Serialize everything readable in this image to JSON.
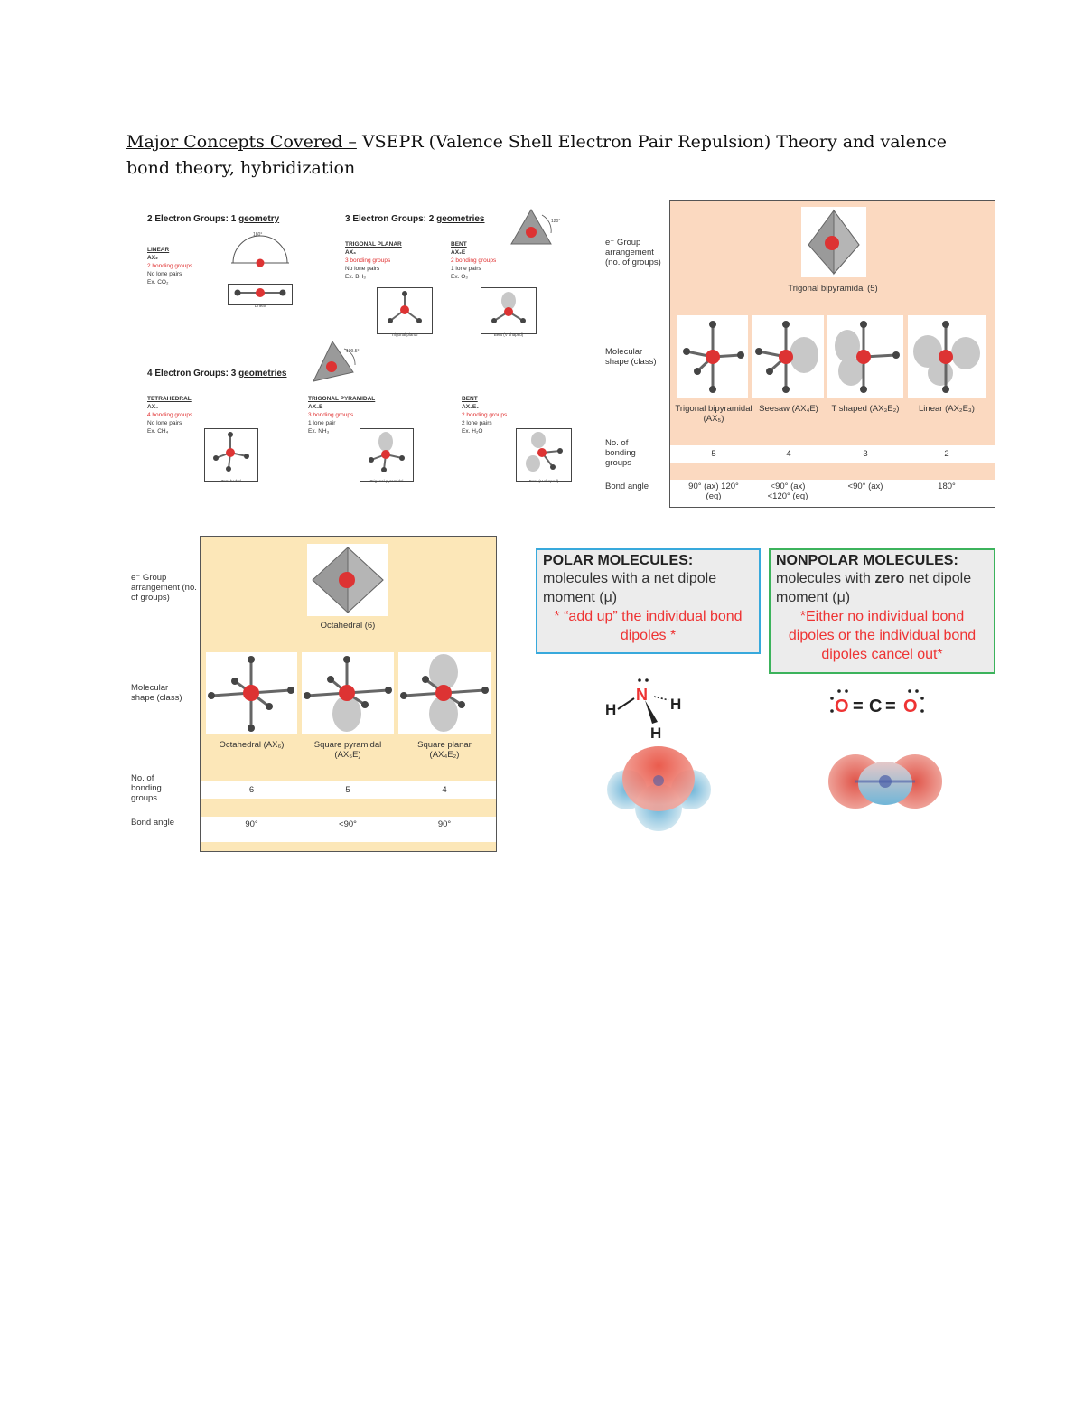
{
  "heading": {
    "underlined": "Major Concepts Covered –",
    "rest": " VSEPR (Valence Shell Electron Pair Repulsion) Theory and valence bond theory, hybridization"
  },
  "vsepr": {
    "g2": {
      "title_a": "2 Electron Groups: 1 ",
      "title_b": "geometry",
      "angle": "180°",
      "linear": {
        "name": "LINEAR",
        "formula": "AX₂",
        "bonding": "2 bonding groups",
        "lone": "No lone pairs",
        "ex": "Ex. CO₂",
        "cap": "Linear"
      }
    },
    "g3": {
      "title_a": "3 Electron Groups: 2 ",
      "title_b": "geometries",
      "angle": "120°",
      "planar": {
        "name": "TRIGONAL PLANAR",
        "formula": "AX₃",
        "bonding": "3 bonding groups",
        "lone": "No lone pairs",
        "ex": "Ex. BH₃",
        "cap": "Trigonal planar"
      },
      "bent": {
        "name": "BENT",
        "formula": "AX₂E",
        "bonding": "2 bonding groups",
        "lone": "1 lone pairs",
        "ex": "Ex. O₃",
        "cap": "Bent (V shaped)"
      }
    },
    "g4": {
      "title_a": "4 Electron Groups: 3 ",
      "title_b": "geometries",
      "angle": "109.5°",
      "tetra": {
        "name": "TETRAHEDRAL",
        "formula": "AX₄",
        "bonding": "4 bonding groups",
        "lone": "No lone pairs",
        "ex": "Ex. CH₄",
        "cap": "Tetrahedral"
      },
      "pyr": {
        "name": "TRIGONAL PYRAMIDAL",
        "formula": "AX₃E",
        "bonding": "3 bonding groups",
        "lone": "1 lone pair",
        "ex": "Ex. NH₃",
        "cap": "Trigonal pyramidal"
      },
      "bent": {
        "name": "BENT",
        "formula": "AX₂E₂",
        "bonding": "2 bonding groups",
        "lone": "2 lone pairs",
        "ex": "Ex. H₂O",
        "cap": "Bent (V shaped)"
      }
    }
  },
  "table5": {
    "labels": {
      "egroup": "e⁻ Group arrangement (no. of groups)",
      "shape": "Molecular shape (class)",
      "nbond": "No. of bonding groups",
      "angle": "Bond angle"
    },
    "arrangement": "Trigonal bipyramidal (5)",
    "cols": [
      {
        "shape": "Trigonal bipyramidal (AX₅)",
        "n": "5",
        "angle": "90° (ax) 120° (eq)"
      },
      {
        "shape": "Seesaw (AX₄E)",
        "n": "4",
        "angle": "<90° (ax) <120° (eq)"
      },
      {
        "shape": "T shaped (AX₃E₂)",
        "n": "3",
        "angle": "<90° (ax)"
      },
      {
        "shape": "Linear (AX₂E₃)",
        "n": "2",
        "angle": "180°"
      }
    ]
  },
  "table6": {
    "labels": {
      "egroup": "e⁻ Group arrangement (no. of groups)",
      "shape": "Molecular shape (class)",
      "nbond": "No. of bonding groups",
      "angle": "Bond angle"
    },
    "arrangement": "Octahedral (6)",
    "cols": [
      {
        "shape": "Octahedral (AX₆)",
        "n": "6",
        "angle": "90°"
      },
      {
        "shape": "Square pyramidal (AX₅E)",
        "n": "5",
        "angle": "<90°"
      },
      {
        "shape": "Square planar (AX₄E₂)",
        "n": "4",
        "angle": "90°"
      }
    ]
  },
  "polar": {
    "title": "POLAR MOLECULES:",
    "body": "molecules with a net dipole moment (μ)",
    "note": "* “add up” the individual bond dipoles *",
    "lewis": {
      "n": "N",
      "h": "H"
    }
  },
  "nonpolar": {
    "title": "NONPOLAR MOLECULES:",
    "body_a": "molecules with ",
    "body_b": "zero",
    "body_c": " net dipole moment (μ)",
    "note": "*Either no individual bond dipoles or the individual bond dipoles cancel out*",
    "lewis": {
      "o1": "O",
      "c": "C",
      "o2": "O",
      "eq": "="
    }
  }
}
